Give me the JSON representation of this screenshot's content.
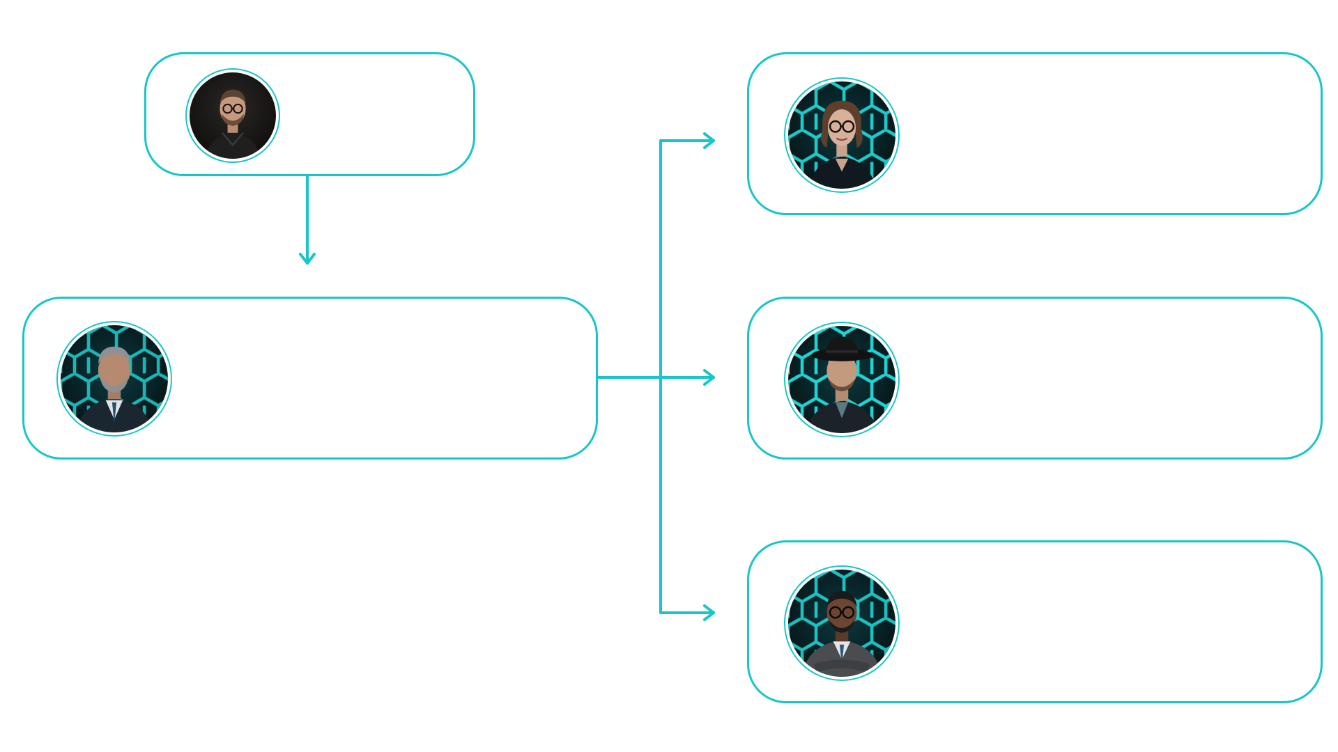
{
  "diagram": {
    "accent_color": "#16c6c8",
    "nodes": [
      {
        "id": "top",
        "avatar_icon": "person-avatar-glasses-hoodie-icon",
        "name": "",
        "role": ""
      },
      {
        "id": "middle",
        "avatar_icon": "person-avatar-gray-beard-suit-icon",
        "name": "",
        "role": ""
      },
      {
        "id": "right-1",
        "avatar_icon": "person-avatar-woman-glasses-icon",
        "name": "",
        "role": ""
      },
      {
        "id": "right-2",
        "avatar_icon": "person-avatar-man-hat-icon",
        "name": "",
        "role": ""
      },
      {
        "id": "right-3",
        "avatar_icon": "person-avatar-man-glasses-suit-icon",
        "name": "",
        "role": ""
      }
    ],
    "edges": [
      {
        "from": "top",
        "to": "middle"
      },
      {
        "from": "middle",
        "to": "right-1"
      },
      {
        "from": "middle",
        "to": "right-2"
      },
      {
        "from": "middle",
        "to": "right-3"
      }
    ]
  }
}
